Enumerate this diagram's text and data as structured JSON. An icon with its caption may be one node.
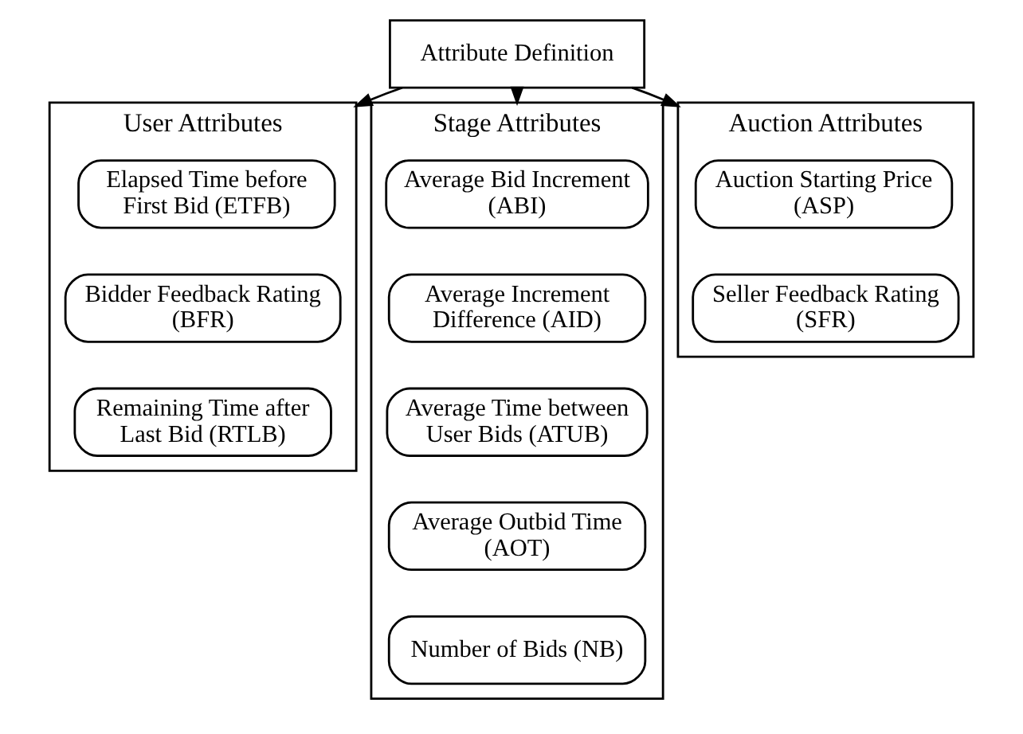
{
  "diagram": {
    "nodes": [
      {
        "text": [
          "Attribute Definition"
        ]
      },
      {
        "text": [
          "User Attributes"
        ]
      },
      {
        "text": [
          "Elapsed Time before First Bid (ETFB)"
        ],
        "in": 1
      },
      {
        "text": [
          "Bidder Feedback Rating (BFR)"
        ],
        "in": 1
      },
      {
        "text": [
          "Remaining Time after Last Bid (RTLB)"
        ],
        "in": 1
      },
      {
        "text": [
          "Stage Attributes"
        ]
      },
      {
        "text": [
          "Average Bid Increment (ABI)"
        ],
        "in": 5
      },
      {
        "text": [
          "Average Increment Difference (AID)"
        ],
        "in": 5
      },
      {
        "text": [
          "Average Time between User Bids (ATUB)"
        ],
        "in": 5
      },
      {
        "text": [
          "Average Outbid Time (AOT)"
        ],
        "in": 5
      },
      {
        "text": [
          "Number of Bids (NB)"
        ],
        "in": 5
      },
      {
        "text": [
          "Auction Attributes"
        ]
      },
      {
        "text": [
          "Auction Starting Price (ASP)"
        ],
        "in": 11
      },
      {
        "text": [
          "Seller Feedback Rating (SFR)"
        ],
        "in": 11
      }
    ],
    "edges": [
      {
        "from": 0,
        "to": 1,
        "arrow": "to"
      },
      {
        "from": 0,
        "to": 5,
        "arrow": "to"
      },
      {
        "from": 0,
        "to": 11,
        "arrow": "to"
      }
    ]
  }
}
